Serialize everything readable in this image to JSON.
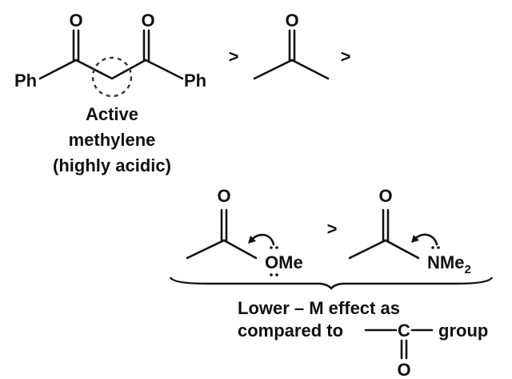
{
  "top_row": {
    "diketone": {
      "left_group": "Ph",
      "right_group": "Ph",
      "oxygen": "O"
    },
    "label_lines": [
      "Active",
      "methylene",
      "(highly acidic)"
    ],
    "gt1": ">",
    "acetone": {
      "oxygen": "O"
    },
    "gt2": ">"
  },
  "bottom_row": {
    "ester": {
      "oxygen": "O",
      "substituent": "OMe"
    },
    "gt": ">",
    "amide": {
      "oxygen": "O",
      "substituent": "NMe",
      "subscript": "2"
    },
    "caption_line1": "Lower – M effect as",
    "caption_line2_prefix": "compared to",
    "caption_carbon": "C",
    "caption_oxygen": "O",
    "caption_line2_suffix": "group"
  }
}
